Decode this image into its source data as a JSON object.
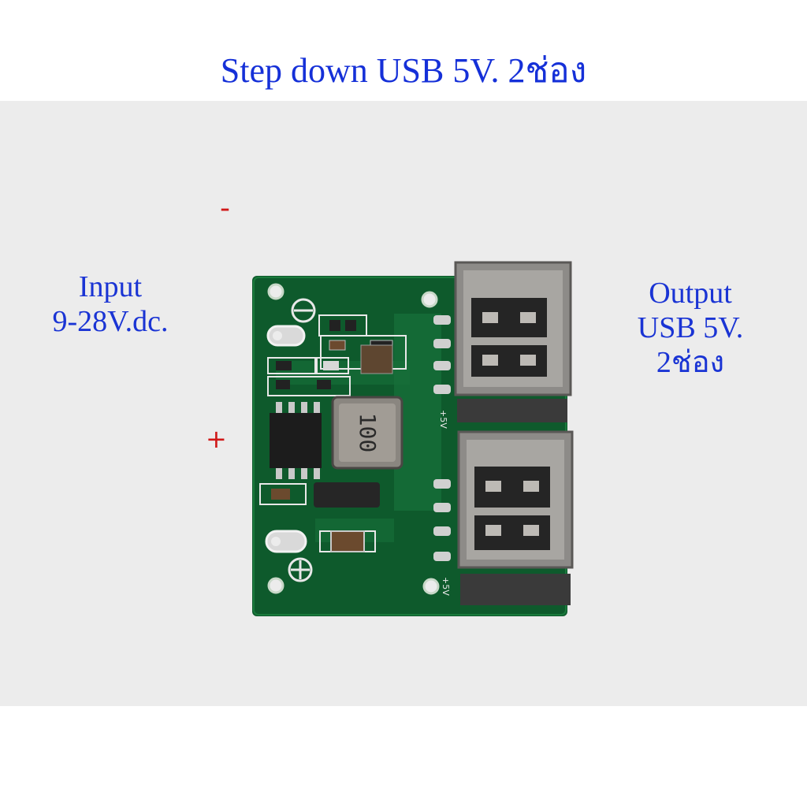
{
  "title": "Step down USB 5V. 2ช่อง",
  "input": {
    "line1": "Input",
    "line2": "9-28V.dc."
  },
  "output": {
    "line1": "Output",
    "line2": "USB 5V.",
    "line3": "2ช่อง"
  },
  "polarity": {
    "minus": "-",
    "plus": "+"
  },
  "board": {
    "inductor_marking": "100",
    "silk_5v": "+5V"
  },
  "colors": {
    "caption": "#1a34d4",
    "polarity": "#d01818",
    "pcb": "#0e5a2c",
    "background": "#ececec"
  }
}
